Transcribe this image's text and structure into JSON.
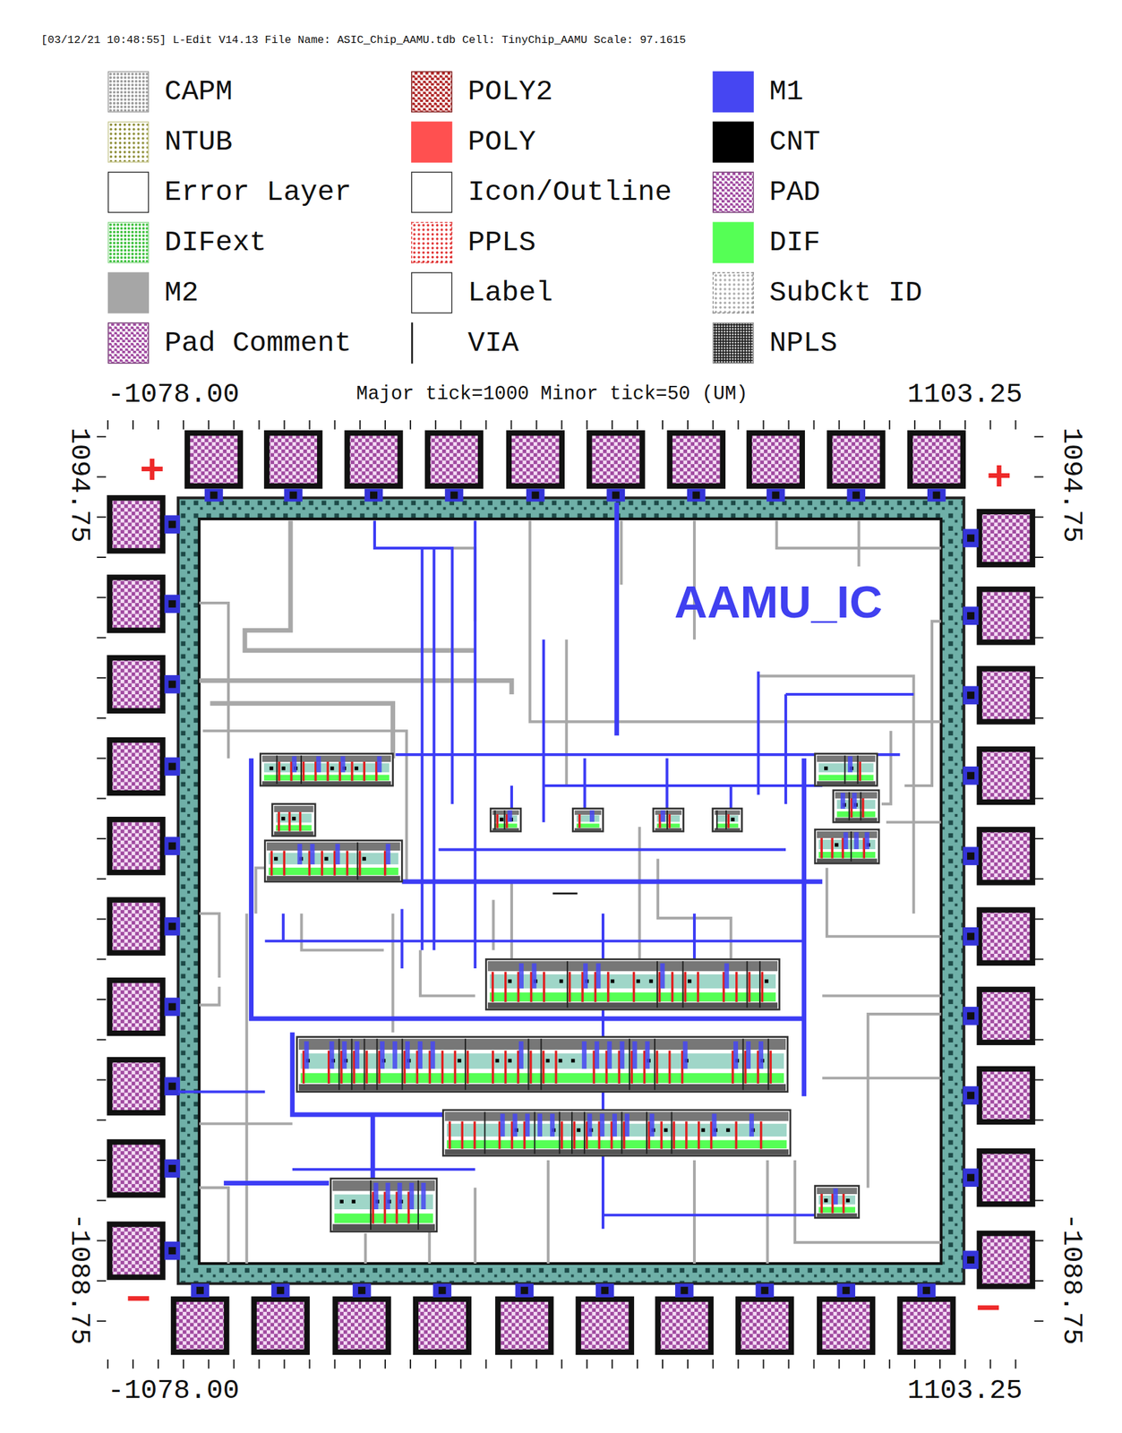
{
  "diagram": {
    "labels": [
      "[03/12/21 10:48:55] L-Edit V14.13 File Name: ASIC_Chip_AAMU.tdb Cell: TinyChip_AAMU Scale: 97.1615",
      "-1078.00",
      "Major tick=1000 Minor tick=50 (UM)",
      "1103.25",
      "1094.75",
      "1094.75",
      "+",
      "+",
      "AAMU_IC",
      "-1088.75",
      "-1088.75",
      "−",
      "−",
      "-1078.00",
      "1103.25"
    ],
    "legend": [
      {
        "text": "CAPM"
      },
      {
        "text": "POLY2"
      },
      {
        "text": "M1",
        "color": "#4646f2"
      },
      {
        "text": "NTUB"
      },
      {
        "text": "POLY",
        "color": "#ff5050"
      },
      {
        "text": "CNT",
        "color": "#000000"
      },
      {
        "text": "Error Layer"
      },
      {
        "text": "Icon/Outline"
      },
      {
        "text": "PAD"
      },
      {
        "text": "DIFext"
      },
      {
        "text": "PPLS"
      },
      {
        "text": "DIF",
        "color": "#55ff55"
      },
      {
        "text": "M2",
        "color": "#a6a6a6"
      },
      {
        "text": "Label"
      },
      {
        "text": "SubCkt ID"
      },
      {
        "text": "Pad Comment"
      },
      {
        "text": "VIA"
      },
      {
        "text": "NPLS"
      }
    ]
  }
}
